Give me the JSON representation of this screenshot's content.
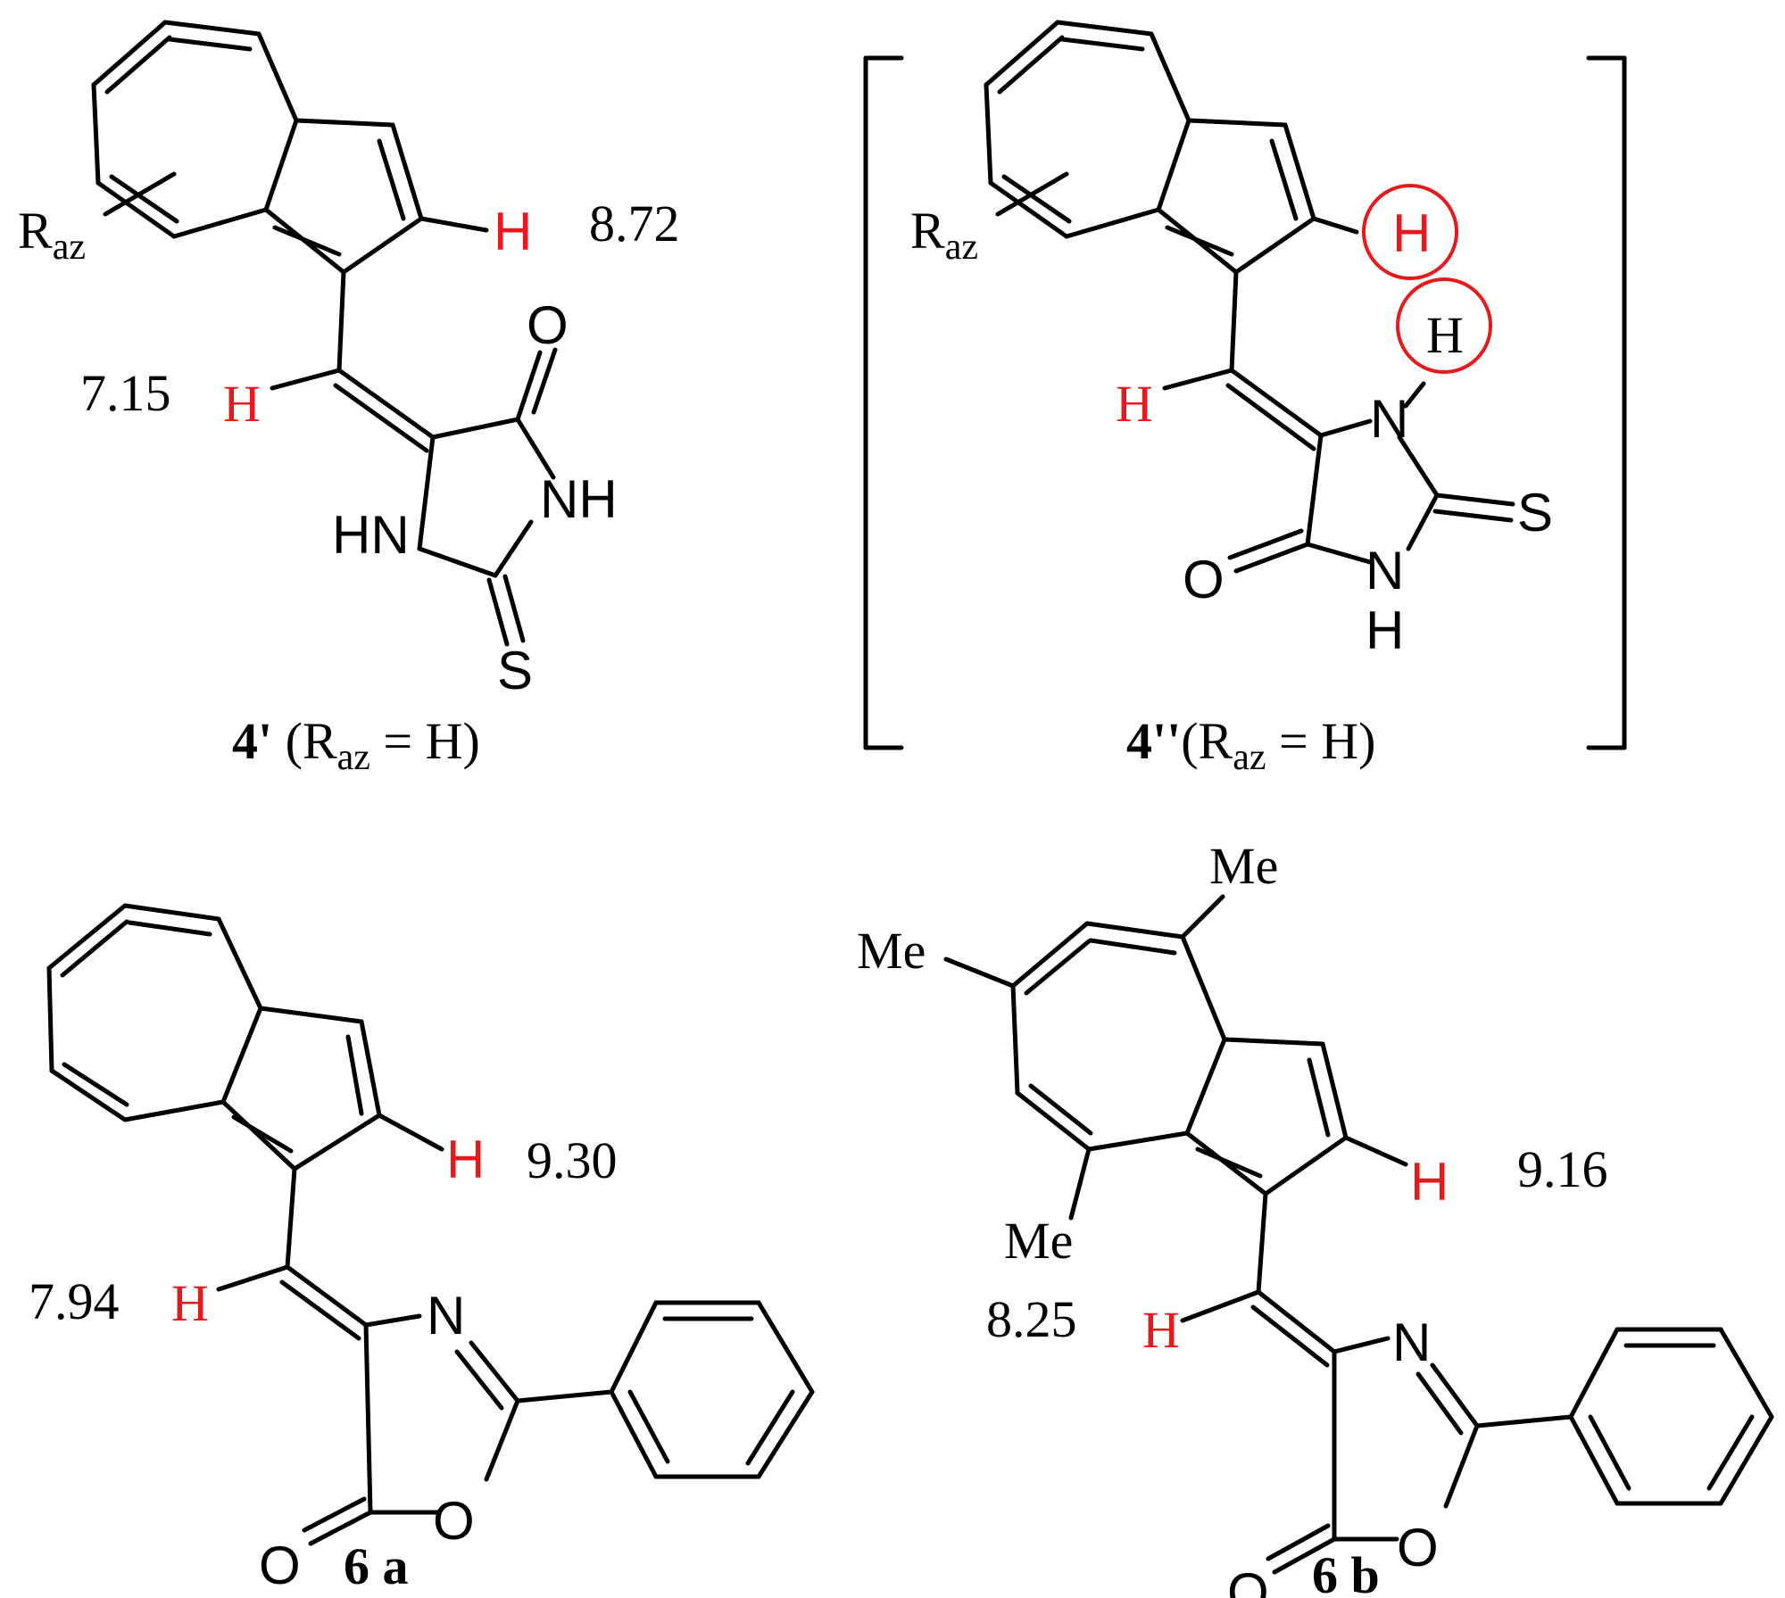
{
  "colors": {
    "highlight": "#e8191c",
    "ink": "#000000",
    "background": "#ffffff"
  },
  "compounds": {
    "c4p": {
      "substituent": "R",
      "substituent_sub": "az",
      "h_vinyl": "H",
      "h_ring": "H",
      "shift_vinyl": "7.15",
      "shift_ring": "8.72",
      "o": "O",
      "nh_right": "NH",
      "hn_left": "HN",
      "s": "S",
      "label_bold": "4'",
      "label_open": " (R",
      "label_sub": "az",
      "label_close": " = H)"
    },
    "c4pp": {
      "substituent": "R",
      "substituent_sub": "az",
      "h_vinyl": "H",
      "h_ring": "H",
      "h_nh": "H",
      "n_top": "N",
      "s": "S",
      "o": "O",
      "n_bottom": "N",
      "h_bottom": "H",
      "label_bold": "4''",
      "label_open": "(R",
      "label_sub": "az",
      "label_close": " = H)"
    },
    "c6a": {
      "h_vinyl": "H",
      "h_ring": "H",
      "shift_vinyl": "7.94",
      "shift_ring": "9.30",
      "n": "N",
      "o_ring": "O",
      "o_carbonyl": "O",
      "label": "6 a"
    },
    "c6b": {
      "me_top": "Me",
      "me_left": "Me",
      "me_bottom": "Me",
      "h_vinyl": "H",
      "h_ring": "H",
      "shift_vinyl": "8.25",
      "shift_ring": "9.16",
      "n": "N",
      "o_ring": "O",
      "o_carbonyl": "O",
      "label": "6 b"
    }
  }
}
